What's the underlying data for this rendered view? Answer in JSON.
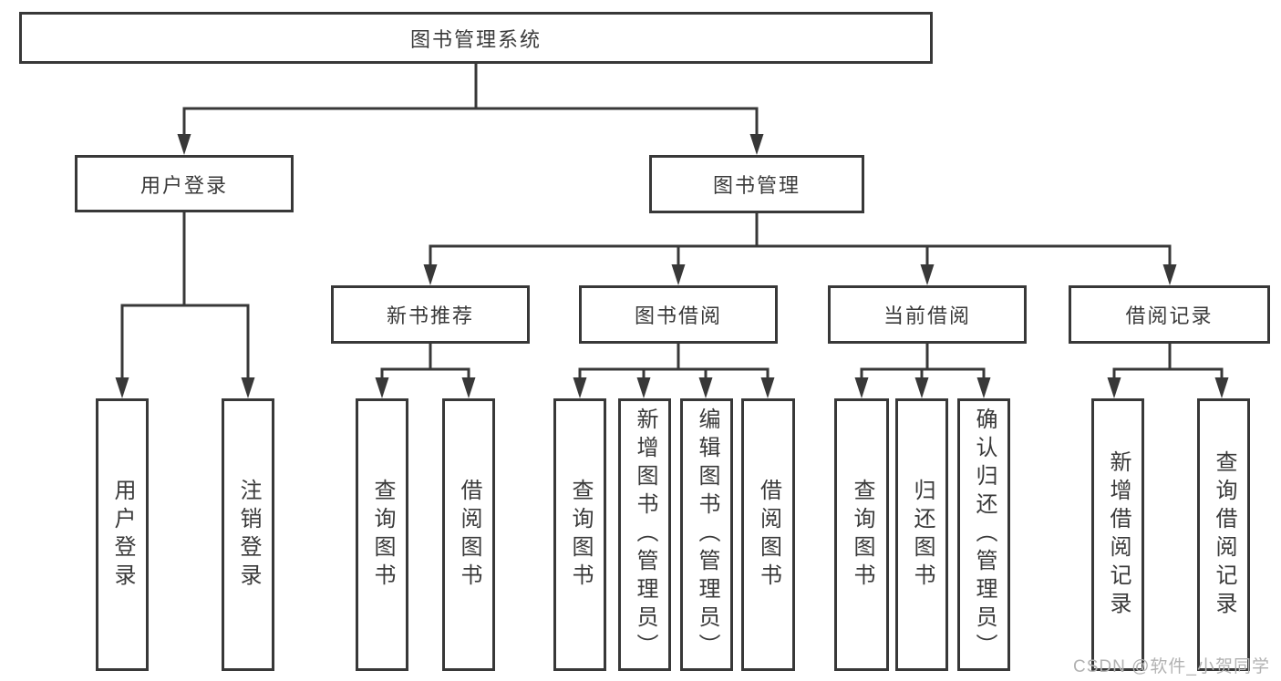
{
  "tree": {
    "label": "图书管理系统",
    "children": [
      {
        "label": "用户登录",
        "children": [
          {
            "label": "用户登录"
          },
          {
            "label": "注销登录"
          }
        ]
      },
      {
        "label": "图书管理",
        "children": [
          {
            "label": "新书推荐",
            "children": [
              {
                "label": "查询图书"
              },
              {
                "label": "借阅图书"
              }
            ]
          },
          {
            "label": "图书借阅",
            "children": [
              {
                "label": "查询图书"
              },
              {
                "label": "新增图书（管理员）"
              },
              {
                "label": "编辑图书（管理员）"
              },
              {
                "label": "借阅图书"
              }
            ]
          },
          {
            "label": "当前借阅",
            "children": [
              {
                "label": "查询图书"
              },
              {
                "label": "归还图书"
              },
              {
                "label": "确认归还（管理员）"
              }
            ]
          },
          {
            "label": "借阅记录",
            "children": [
              {
                "label": "新增借阅记录"
              },
              {
                "label": "查询借阅记录"
              }
            ]
          }
        ]
      }
    ]
  },
  "watermark": {
    "text": "CSDN @软件_小贺同学"
  },
  "colors": {
    "line": "#383838",
    "text": "#3a3a3a",
    "watermark": "#b2b2b2",
    "background": "#ffffff"
  }
}
